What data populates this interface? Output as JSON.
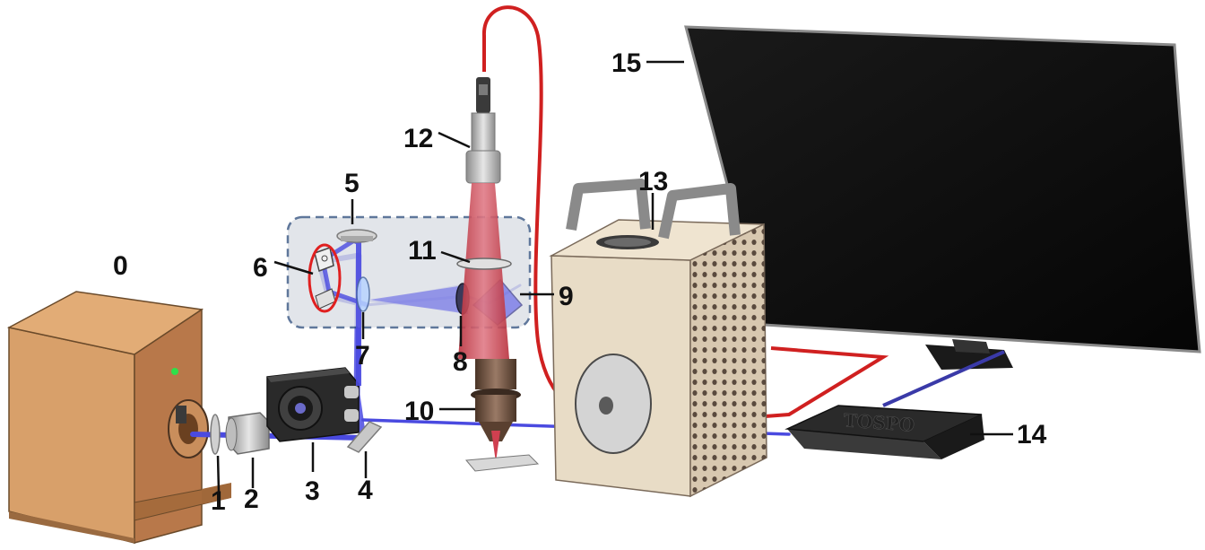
{
  "labels": {
    "c0": "0",
    "c1": "1",
    "c2": "2",
    "c3": "3",
    "c4": "4",
    "c5": "5",
    "c6": "6",
    "c7": "7",
    "c8": "8",
    "c9": "9",
    "c10": "10",
    "c11": "11",
    "c12": "12",
    "c13": "13",
    "c14": "14",
    "c15": "15"
  },
  "colors": {
    "laser_beam": "#4a4ae0",
    "excitation_cone": "#6a6ae8",
    "collection_beam": "#c0404a",
    "fiber": "#d02020",
    "usb_cable": "#3a3aa8",
    "box_wood": "#c98e5c",
    "spectrometer_body": "#e8dcc6",
    "monitor_screen": "#0a0a0a",
    "highlight_region": "#d9dde3",
    "highlight_border": "#2a4a7a",
    "highlight_circle": "#e02020"
  },
  "device_marking": "TOSPO"
}
